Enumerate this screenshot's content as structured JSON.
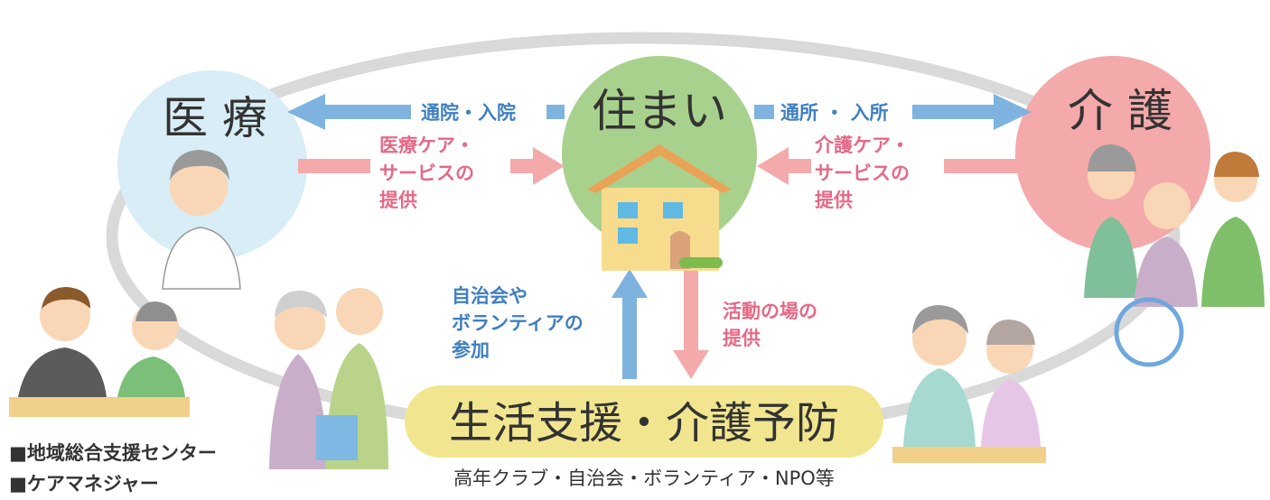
{
  "nodes": {
    "medical": "医 療",
    "home": "住まい",
    "care": "介 護",
    "support": "生活支援・介護予防"
  },
  "arrows": {
    "outpatient": "通院・入院",
    "daycare": "通所 ・ 入所",
    "medical_service": [
      "医療ケア・",
      "サービスの",
      "提供"
    ],
    "care_service": [
      "介護ケア・",
      "サービスの",
      "提供"
    ],
    "participation": [
      "自治会や",
      "ボランティアの",
      "参加"
    ],
    "activity": [
      "活動の場の",
      "提供"
    ]
  },
  "support_sub": "高年クラブ・自治会・ボランティア・NPO等",
  "legend": [
    "■地域総合支援センター",
    "■ケアマネジャー"
  ],
  "colors": {
    "medical_circle": "#d8edf5",
    "home_circle": "#a9d18e",
    "care_circle": "#f4a9ab",
    "support_pill": "#f1e68f",
    "blue_arrow": "#7fb3df",
    "pink_arrow": "#f4a9ab",
    "blue_text": "#3f7fc1",
    "pink_text": "#e46a86",
    "ellipse": "#d9d9d9"
  }
}
